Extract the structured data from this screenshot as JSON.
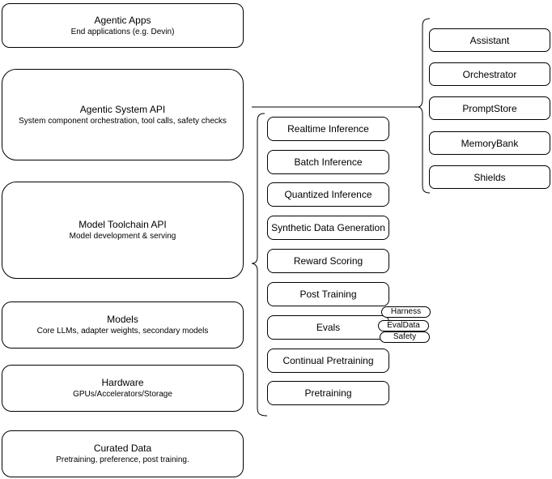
{
  "diagram": {
    "left_stack": [
      {
        "title": "Agentic Apps",
        "subtitle": "End applications (e.g. Devin)"
      },
      {
        "title": "Agentic System API",
        "subtitle": "System component orchestration, tool calls, safety checks"
      },
      {
        "title": "Model Toolchain API",
        "subtitle": "Model development & serving"
      },
      {
        "title": "Models",
        "subtitle": "Core LLMs, adapter weights, secondary models"
      },
      {
        "title": "Hardware",
        "subtitle": "GPUs/Accelerators/Storage"
      },
      {
        "title": "Curated Data",
        "subtitle": "Pretraining, preference, post training."
      }
    ],
    "toolchain": {
      "items": [
        "Realtime Inference",
        "Batch Inference",
        "Quantized Inference",
        "Synthetic Data Generation",
        "Reward Scoring",
        "Post Training",
        "Evals",
        "Continual Pretraining",
        "Pretraining"
      ],
      "eval_tags": [
        "Harness",
        "EvalData",
        "Safety"
      ]
    },
    "system": {
      "items": [
        "Assistant",
        "Orchestrator",
        "PromptStore",
        "MemoryBank",
        "Shields"
      ]
    },
    "colors": {
      "stroke": "#000000",
      "fill": "#ffffff",
      "text": "#000000",
      "background": "#ffffff"
    }
  }
}
